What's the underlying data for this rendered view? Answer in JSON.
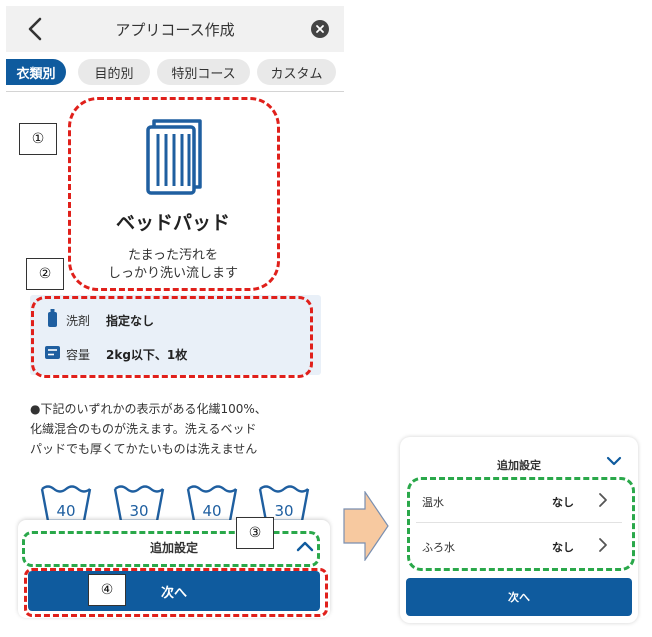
{
  "header": {
    "title": "アプリコース作成",
    "back_icon": "chevron-left-icon",
    "close_icon": "close-circle-icon"
  },
  "tabs": [
    {
      "label": "衣類別",
      "active": true
    },
    {
      "label": "目的別",
      "active": false
    },
    {
      "label": "特別コース",
      "active": false
    },
    {
      "label": "カスタム",
      "active": false
    }
  ],
  "course": {
    "icon": "bed-pad-icon",
    "name": "ベッドパッド",
    "description_line1": "たまった汚れを",
    "description_line2": "しっかり洗い流します"
  },
  "info": {
    "detergent_label": "洗剤",
    "detergent_value": "指定なし",
    "capacity_label": "容量",
    "capacity_value": "2kg以下、1枚"
  },
  "note": {
    "line1": "●下記のいずれかの表示がある化繊100%、",
    "line2": "化繊混合のものが洗えます。洗えるベッド",
    "line3": "パッドでも厚くてかたいものは洗えません"
  },
  "wash_symbols": [
    "40",
    "30",
    "40",
    "30"
  ],
  "panel": {
    "title": "追加設定",
    "next_label": "次へ"
  },
  "annotations": {
    "n1": "①",
    "n2": "②",
    "n3": "③",
    "n4": "④"
  },
  "expanded_panel": {
    "title": "追加設定",
    "rows": [
      {
        "label": "温水",
        "value": "なし"
      },
      {
        "label": "ふろ水",
        "value": "なし"
      }
    ],
    "next_label": "次へ"
  },
  "colors": {
    "primary": "#0f5b9e",
    "red_annotation": "#e0201b",
    "green_annotation": "#2aa84a",
    "arrow": "#f7c9a0"
  }
}
